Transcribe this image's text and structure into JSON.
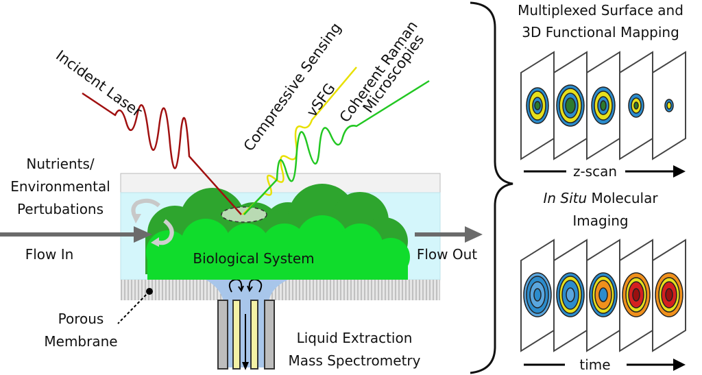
{
  "labels": {
    "incident_laser": "Incident Laser",
    "compressive_sensing": "Compressive Sensing",
    "vsfg": "vSFG",
    "coherent_raman_line1": "Coherent Raman",
    "coherent_raman_line2": "Microscopies",
    "nutrients_line1": "Nutrients/",
    "nutrients_line2": "Environmental",
    "nutrients_line3": "Pertubations",
    "flow_in": "Flow In",
    "flow_out": "Flow Out",
    "biological_system": "Biological System",
    "porous_line1": "Porous",
    "porous_line2": "Membrane",
    "lems_line1": "Liquid Extraction",
    "lems_line2": "Mass Spectrometry",
    "mapping_line1": "Multiplexed Surface and",
    "mapping_line2": "3D Functional Mapping",
    "zscan": "z-scan",
    "insitu_italic": "In Situ",
    "insitu_rest": " Molecular",
    "imaging": "Imaging",
    "time": "time"
  },
  "colors": {
    "incident_laser": "#a01010",
    "vsfg": "#e8e000",
    "raman": "#22c722",
    "water": "#d4f6fb",
    "membrane_top": "#f2f2f2",
    "bio_dark": "#2ea52e",
    "bio_light": "#10dc2c",
    "arrow_gray": "#6b6b6b",
    "extraction": "#a8c6ea"
  },
  "icons": [
    "arrow-right-icon",
    "circular-flow-icon",
    "pointer-dot-icon"
  ]
}
